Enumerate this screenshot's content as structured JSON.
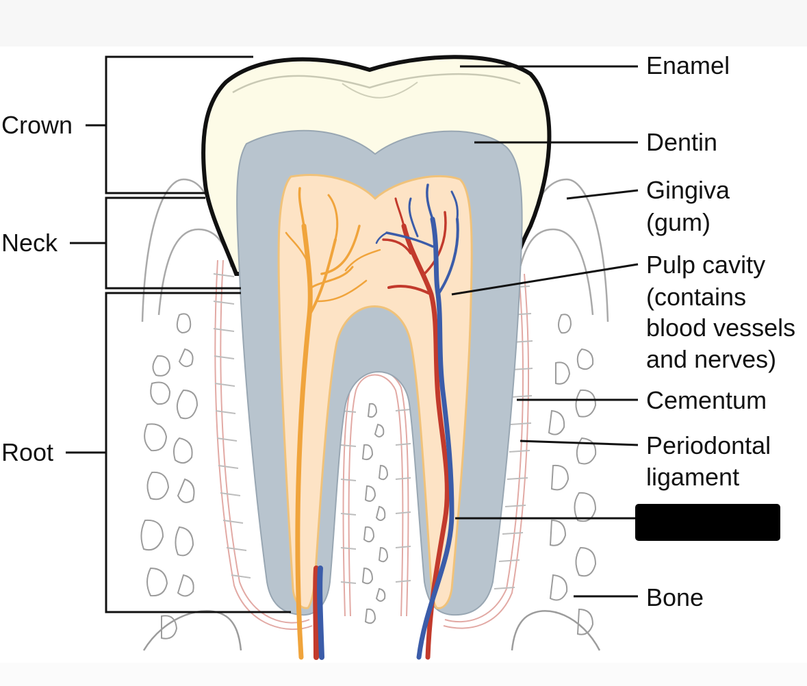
{
  "diagram": {
    "labels": {
      "crown": "Crown",
      "neck": "Neck",
      "root": "Root",
      "enamel": "Enamel",
      "dentin": "Dentin",
      "gingiva_line1": "Gingiva",
      "gingiva_line2": "(gum)",
      "pulp_line1": "Pulp cavity",
      "pulp_line2": "(contains",
      "pulp_line3": "blood vessels",
      "pulp_line4": "and nerves)",
      "cementum": "Cementum",
      "periodontal_line1": "Periodontal",
      "periodontal_line2": "ligament",
      "bone": "Bone"
    },
    "colors": {
      "enamel": "#fdfbe6",
      "dentin": "#b9c5cf",
      "pulp": "#fde3c6",
      "artery": "#c0392b",
      "vein": "#3a5ba8",
      "nerve": "#f0a13c",
      "gingiva_outline": "#a8a8a8",
      "bone_outline": "#9a9a9a",
      "ligament": "#e3a7a2"
    }
  }
}
